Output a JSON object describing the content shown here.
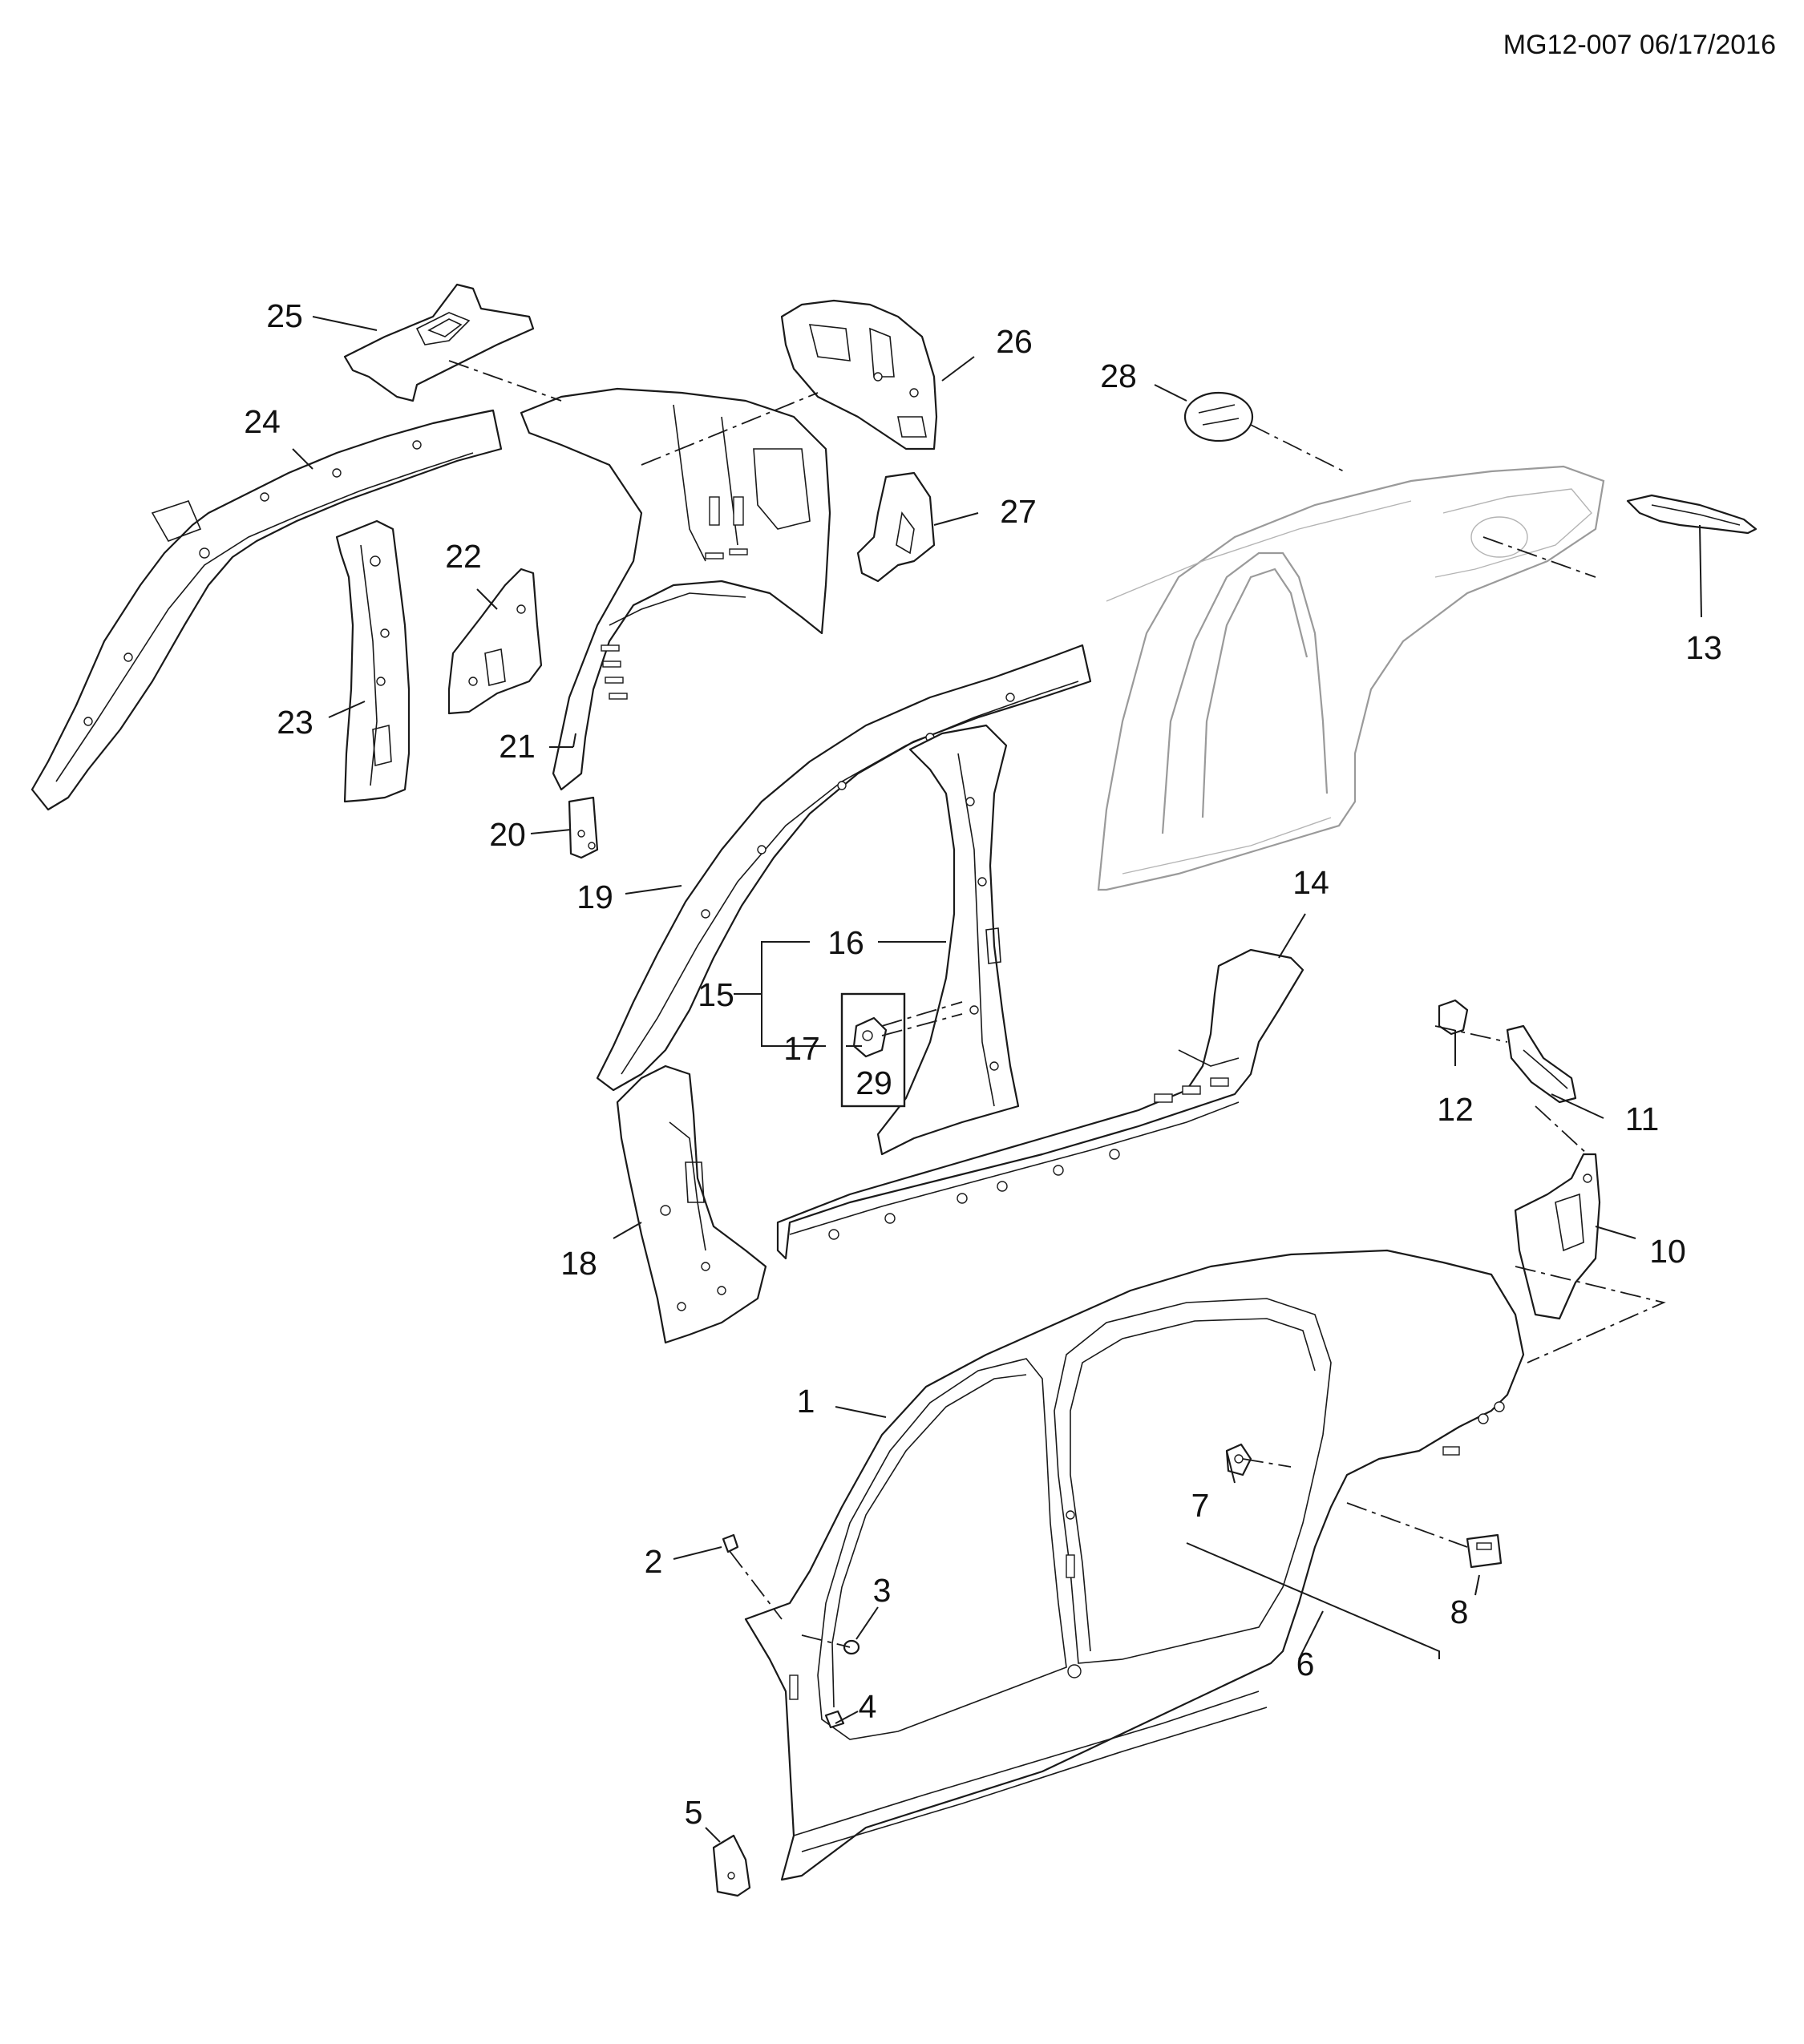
{
  "header": {
    "code": "MG12-007 06/17/2016"
  },
  "callouts": [
    {
      "id": "c1",
      "label": "1"
    },
    {
      "id": "c2",
      "label": "2"
    },
    {
      "id": "c3",
      "label": "3"
    },
    {
      "id": "c4",
      "label": "4"
    },
    {
      "id": "c5",
      "label": "5"
    },
    {
      "id": "c6",
      "label": "6"
    },
    {
      "id": "c7",
      "label": "7"
    },
    {
      "id": "c8",
      "label": "8"
    },
    {
      "id": "c10",
      "label": "10"
    },
    {
      "id": "c11",
      "label": "11"
    },
    {
      "id": "c12",
      "label": "12"
    },
    {
      "id": "c13",
      "label": "13"
    },
    {
      "id": "c14",
      "label": "14"
    },
    {
      "id": "c15",
      "label": "15"
    },
    {
      "id": "c16",
      "label": "16"
    },
    {
      "id": "c17",
      "label": "17"
    },
    {
      "id": "c18",
      "label": "18"
    },
    {
      "id": "c19",
      "label": "19"
    },
    {
      "id": "c20",
      "label": "20"
    },
    {
      "id": "c21",
      "label": "21"
    },
    {
      "id": "c22",
      "label": "22"
    },
    {
      "id": "c23",
      "label": "23"
    },
    {
      "id": "c24",
      "label": "24"
    },
    {
      "id": "c25",
      "label": "25"
    },
    {
      "id": "c26",
      "label": "26"
    },
    {
      "id": "c27",
      "label": "27"
    },
    {
      "id": "c28",
      "label": "28"
    },
    {
      "id": "c29",
      "label": "29"
    }
  ]
}
